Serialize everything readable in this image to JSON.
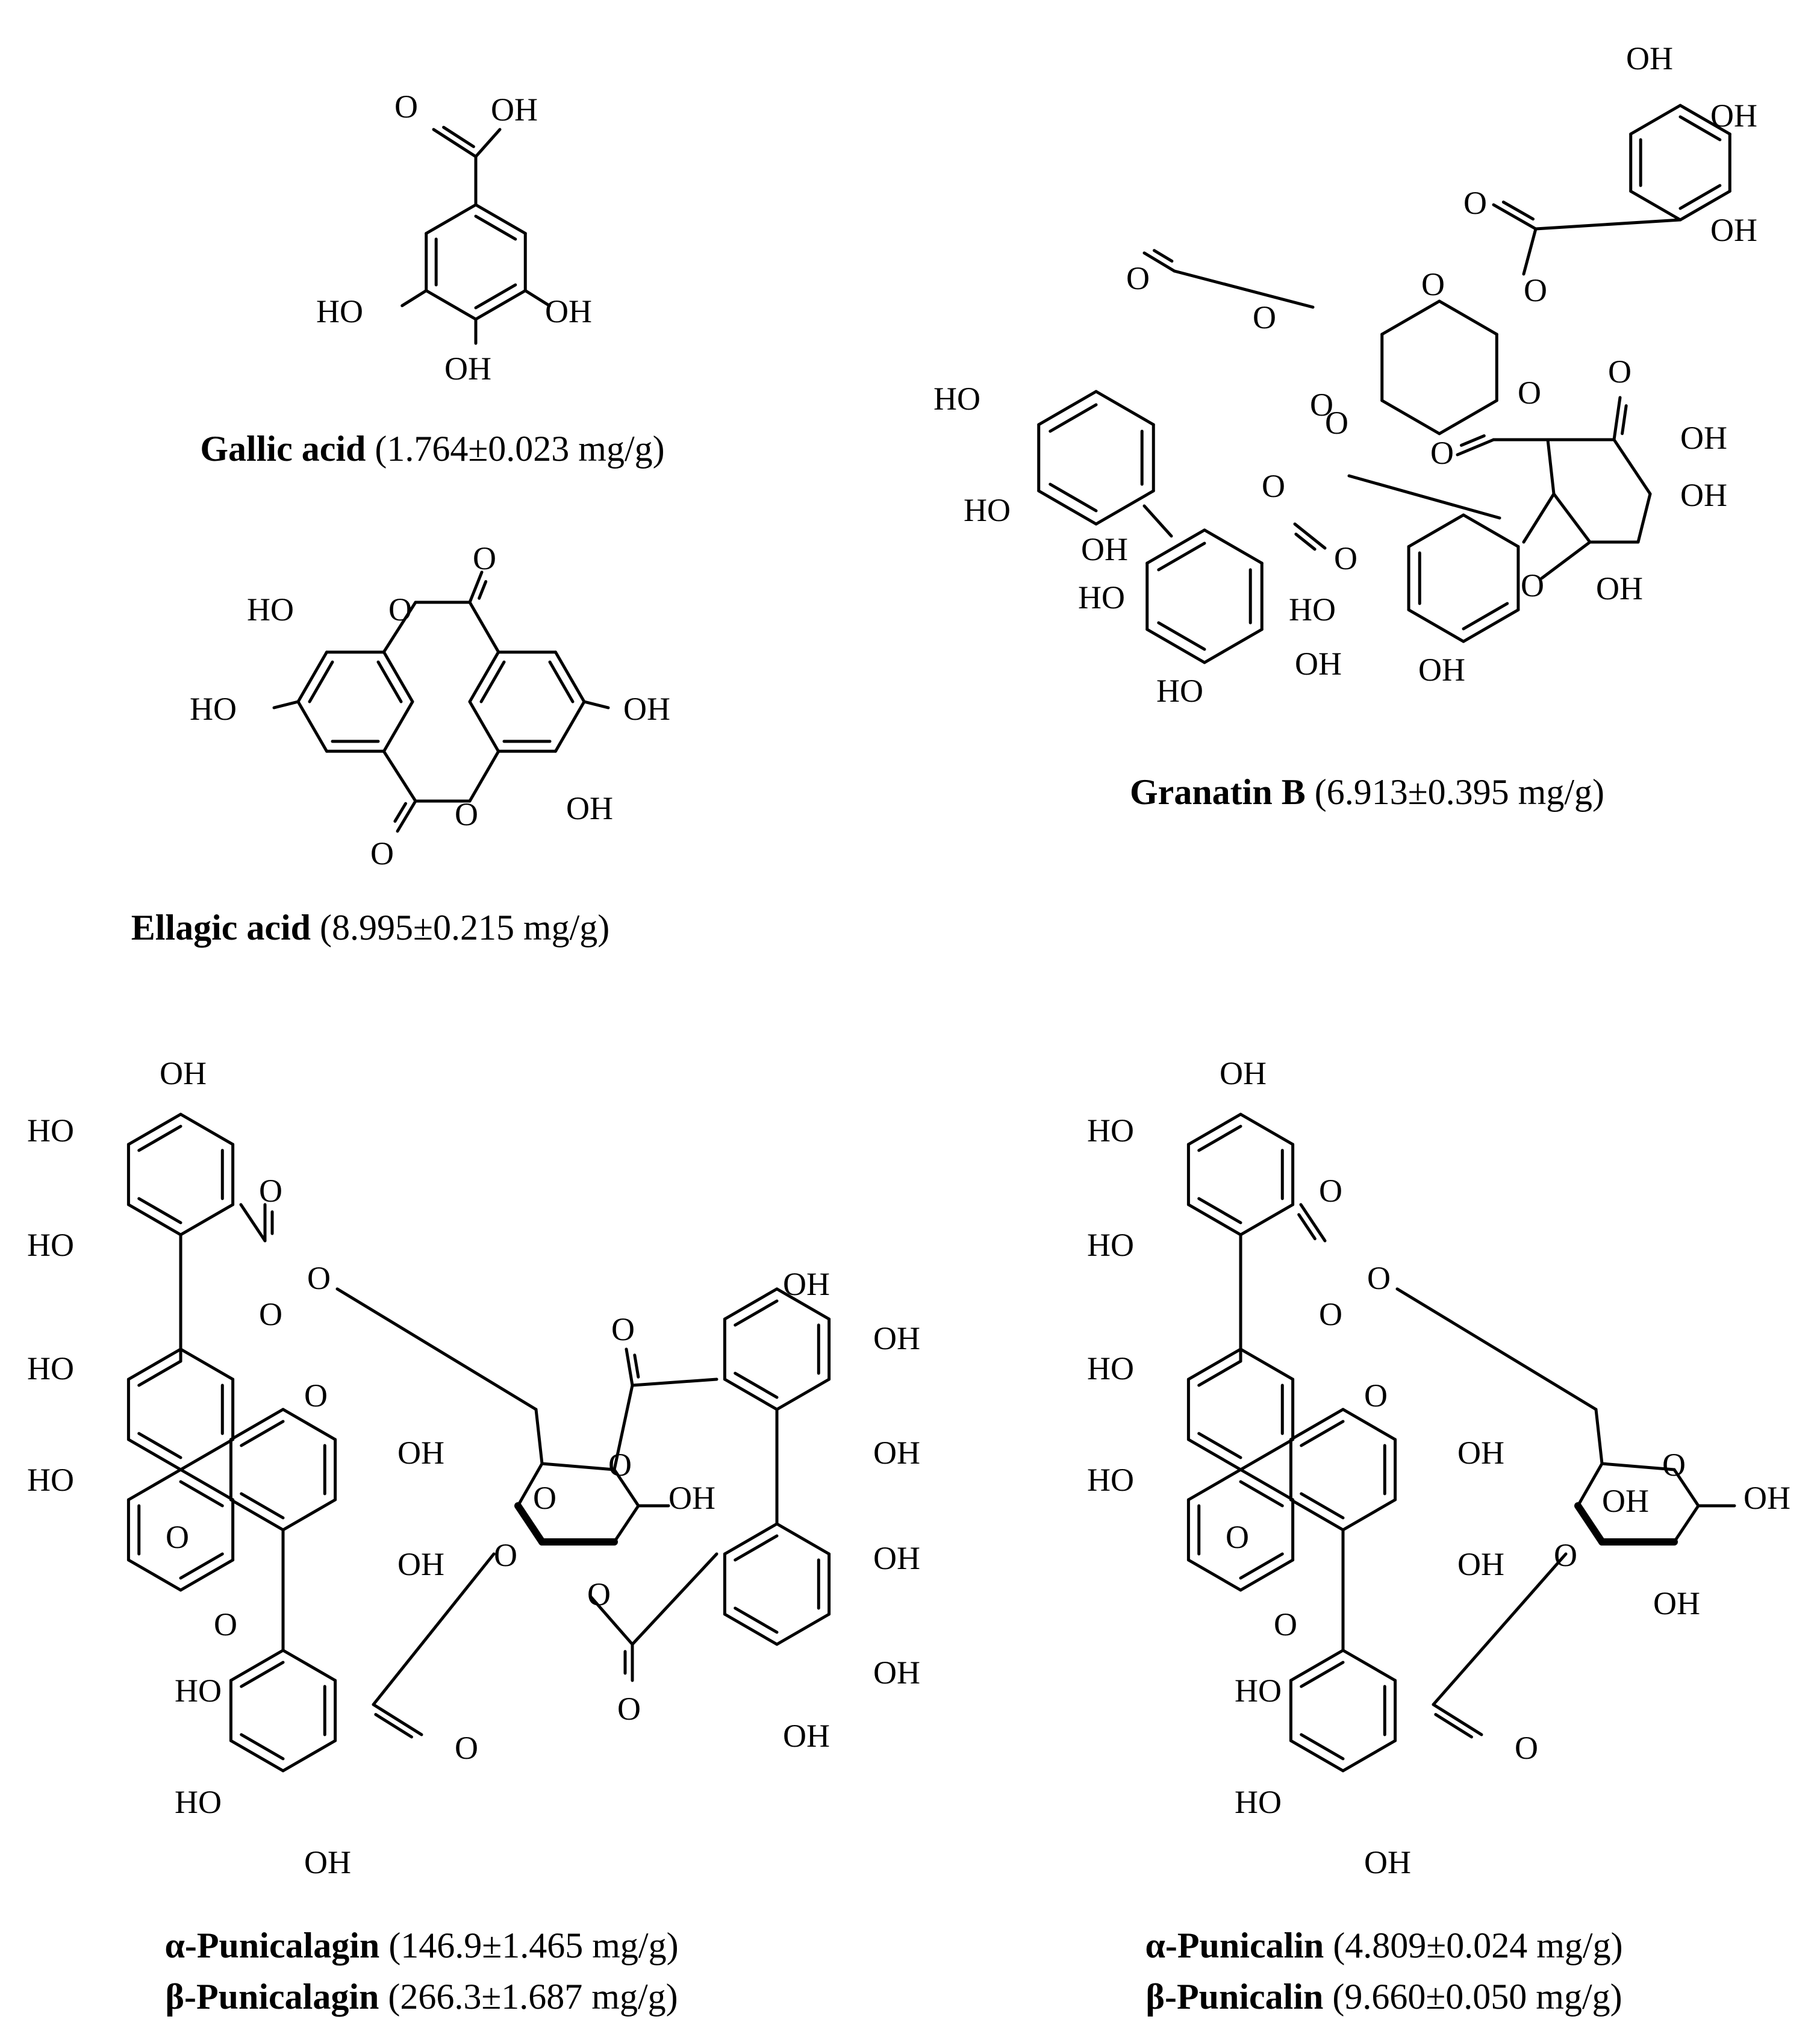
{
  "labels": {
    "oh": "OH",
    "ho": "HO",
    "o": "O"
  },
  "compounds": [
    {
      "name": "Gallic acid",
      "amount": "(1.764±0.023 mg/g)"
    },
    {
      "name": "Ellagic acid",
      "amount": "(8.995±0.215 mg/g)"
    },
    {
      "name": "Granatin B",
      "amount": "(6.913±0.395 mg/g)"
    },
    {
      "name": "α-Punicalagin",
      "amount": "(146.9±1.465 mg/g)"
    },
    {
      "name": "β-Punicalagin",
      "amount": "(266.3±1.687 mg/g)"
    },
    {
      "name": "α-Punicalin",
      "amount": "(4.809±0.024 mg/g)"
    },
    {
      "name": "β-Punicalin",
      "amount": "(9.660±0.050 mg/g)"
    }
  ]
}
